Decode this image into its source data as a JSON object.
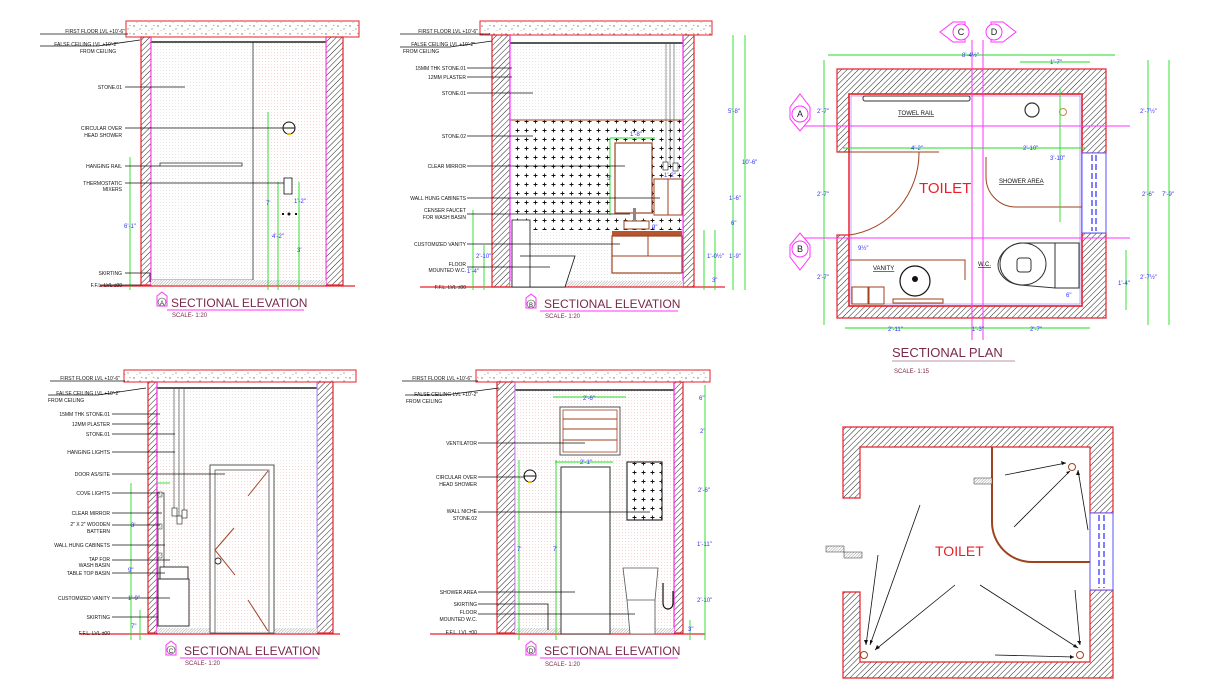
{
  "elevation_a": {
    "marker": "A",
    "title": "SECTIONAL ELEVATION",
    "scale": "SCALE- 1:20",
    "labels": [
      "FIRST FLOOR LVL +10'-6\"",
      "FALSE CEILING LVL +10'-2\"",
      "FROM CEILING",
      "STONE.01",
      "CIRCULAR OVER",
      "HEAD SHOWER",
      "HANGING RAIL",
      "THERMOSTATIC",
      "MIXERS",
      "SKIRTING",
      "F.F.L. LVL ±00"
    ],
    "dims": [
      "6'-1\"",
      "7'",
      "4'-2\"",
      "1'-2\"",
      "3'"
    ]
  },
  "elevation_b": {
    "marker": "B",
    "title": "SECTIONAL ELEVATION",
    "scale": "SCALE- 1:20",
    "labels": [
      "FIRST FLOOR LVL +10'-6\"",
      "FALSE CEILING LVL +10'-2\"",
      "FROM CEILING",
      "15MM THK STONE.01",
      "12MM PLASTER",
      "STONE.01",
      "STONE.02",
      "CLEAR MIRROR",
      "WALL HUNG CABINETS",
      "CENSER FAUCET",
      "FOR WASH BASIN",
      "CUSTOMIZED VANITY",
      "FLOOR",
      "MOUNTED W.C.",
      "F.F.L. LVL ±00"
    ],
    "dims": [
      "1'-8\"",
      "3'",
      "1'-2\"",
      "9\"",
      "2'-10\"",
      "1'-4\"",
      "5'-8\"",
      "10'-6\"",
      "1'-6\"",
      "6\"",
      "1'-9\"",
      "1'-0½\"",
      "3\""
    ]
  },
  "elevation_c": {
    "marker": "C",
    "title": "SECTIONAL ELEVATION",
    "scale": "SCALE- 1:20",
    "labels": [
      "FIRST FLOOR LVL +10'-6\"",
      "FALSE CEILING LVL +10'-2\"",
      "FROM CEILING",
      "15MM THK STONE.01",
      "12MM PLASTER",
      "STONE.01",
      "HANGING LIGHTS",
      "DOOR AS/SITE",
      "COVE LIGHTS",
      "CLEAR MIRROR",
      "2\" X 2\" WOODEN",
      "BATTERN",
      "WALL HUNG CABINETS",
      "TAP FOR",
      "WASH BASIN",
      "TABLE TOP BASIN",
      "CUSTOMIZED VANITY",
      "SKIRTING",
      "F.F.L. LVL ±00"
    ],
    "dims": [
      "3'",
      "9\"",
      "1'-9\"",
      "7\""
    ]
  },
  "elevation_d": {
    "marker": "D",
    "title": "SECTIONAL ELEVATION",
    "scale": "SCALE- 1:20",
    "labels": [
      "FIRST FLOOR LVL +10'-6\"",
      "FALSE CEILING LVL +10'-2\"",
      "FROM CEILING",
      "VENTILATOR",
      "CIRCULAR OVER",
      "HEAD SHOWER",
      "WALL NICHE",
      "STONE.02",
      "SHOWER AREA",
      "SKIRTING",
      "FLOOR",
      "MOUNTED W.C.",
      "F.F.L. LVL ±00"
    ],
    "dims": [
      "2'-6\"",
      "2'-1\"",
      "7'",
      "7'",
      "6\"",
      "2'",
      "2'-6\"",
      "1'-11\"",
      "2'-10\"",
      "3\""
    ]
  },
  "plan": {
    "title": "SECTIONAL PLAN",
    "scale": "SCALE- 1:15",
    "room": "TOILET",
    "markers": [
      "A",
      "B",
      "C",
      "D"
    ],
    "labels": [
      "TOWEL RAIL",
      "SHOWER AREA",
      "VANITY",
      "W.C."
    ],
    "dims": [
      "8'-4½\"",
      "1'-7\"",
      "2'-7\"",
      "2'-7\"",
      "2'-7\"",
      "4'-2\"",
      "2'-10\"",
      "3'-10\"",
      "9½\"",
      "6\"",
      "2'-11\"",
      "1'-3\"",
      "2'-7\"",
      "2'-7½\"",
      "2'-6\"",
      "7'-9\"",
      "2'-7½\"",
      "1'-4\""
    ]
  },
  "plumbing_plan": {
    "room": "TOILET"
  },
  "colors": {
    "wall": "#e8202a",
    "dimension": "#22dd22",
    "dimension_text": "#3333ff",
    "section_line": "#ff33ff",
    "fixture": "#a0421e",
    "title": "#7a2a4a"
  }
}
